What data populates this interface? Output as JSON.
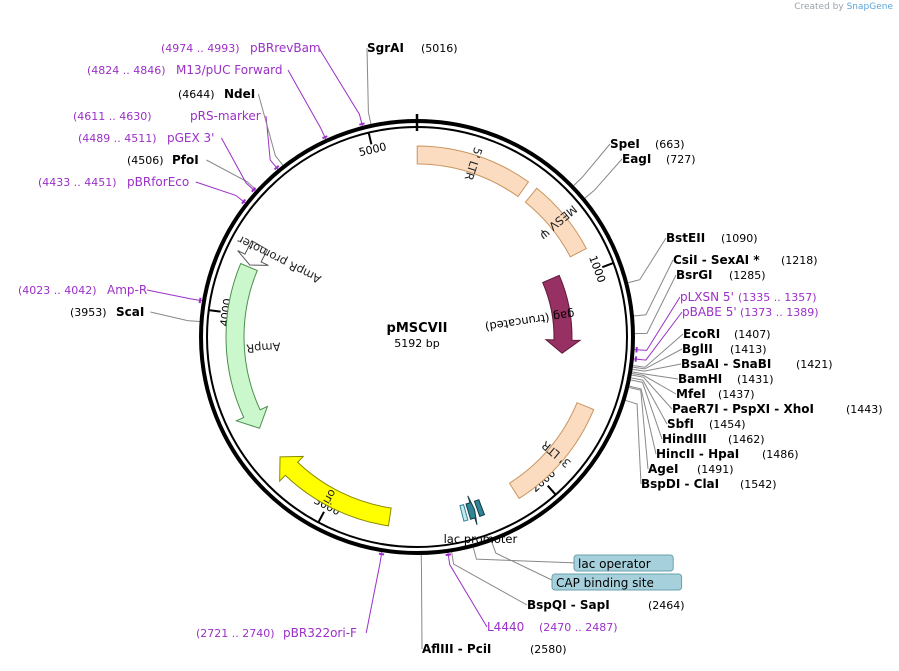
{
  "credit": {
    "prefix": "Created by",
    "brand": "SnapGene"
  },
  "plasmid": {
    "name": "pMSCVII",
    "length_label": "5192 bp",
    "length": 5192
  },
  "colors": {
    "backbone": "#000000",
    "site": "#000000",
    "primer": "#9b30c8",
    "ltr_fill": "#fbdcc0",
    "gag_fill": "#973063",
    "ampr_fill": "#cbf7cc",
    "ori_fill": "#ffff00",
    "lac_fill": "#2f8595",
    "label_box": "#a6d1dc"
  },
  "ticks": [
    {
      "pos": 1000,
      "label": "1000"
    },
    {
      "pos": 2000,
      "label": "2000"
    },
    {
      "pos": 3000,
      "label": "3000"
    },
    {
      "pos": 4000,
      "label": "4000"
    },
    {
      "pos": 5000,
      "label": "5000"
    }
  ],
  "features": [
    {
      "name": "5' LTR",
      "start": 1,
      "end": 515,
      "dir": 0,
      "ring": 182,
      "color": "#fbdcc0",
      "stroke": "#c9945e"
    },
    {
      "name": "MESV Ψ",
      "start": 560,
      "end": 900,
      "dir": 0,
      "ring": 182,
      "color": "#fbdcc0",
      "stroke": "#c9945e"
    },
    {
      "name": "gag (truncated)",
      "start": 960,
      "end": 1390,
      "dir": 1,
      "ring": 146,
      "color": "#973063",
      "stroke": "#5f1b3c"
    },
    {
      "name": "3' LTR",
      "start": 1620,
      "end": 2130,
      "dir": 0,
      "ring": 182,
      "color": "#fbdcc0",
      "stroke": "#c9945e"
    },
    {
      "name": "lac promoter",
      "start": 2330,
      "end": 2360,
      "dir": -1,
      "ring": 182,
      "color": "#2f8595",
      "stroke": "#143e45"
    },
    {
      "name": "lac operator",
      "start": 2372,
      "end": 2390,
      "dir": 0,
      "ring": 182,
      "color": "#c6e8ee",
      "stroke": "#2f8595"
    },
    {
      "name": "CAP binding site",
      "start": 2296,
      "end": 2318,
      "dir": 0,
      "ring": 182,
      "color": "#2f8595",
      "stroke": "#143e45"
    },
    {
      "name": "ori",
      "start": 2720,
      "end": 3300,
      "dir": 1,
      "ring": 182,
      "color": "#ffff00",
      "stroke": "#8a8a00"
    },
    {
      "name": "AmpR",
      "start": 3460,
      "end": 4220,
      "dir": -1,
      "ring": 182,
      "color": "#cbf7cc",
      "stroke": "#4d8f4e"
    },
    {
      "name": "AmpR promoter",
      "start": 4230,
      "end": 4330,
      "dir": -1,
      "ring": 182,
      "color": "#ffffff",
      "stroke": "#555555"
    }
  ],
  "sites": [
    {
      "name": "SgrAI",
      "pos": 5016,
      "coord": "(5016)",
      "type": "site",
      "side": "top"
    },
    {
      "name": "SpeI",
      "pos": 663,
      "coord": "(663)",
      "type": "site"
    },
    {
      "name": "EagI",
      "pos": 727,
      "coord": "(727)",
      "type": "site"
    },
    {
      "name": "BstEII",
      "pos": 1090,
      "coord": "(1090)",
      "type": "site"
    },
    {
      "name": "CsiI  -  SexAI *",
      "pos": 1218,
      "coord": "(1218)",
      "type": "site"
    },
    {
      "name": "BsrGI",
      "pos": 1285,
      "coord": "(1285)",
      "type": "site"
    },
    {
      "name": "pLXSN 5'",
      "pos": 1346,
      "coord": "(1335 .. 1357)",
      "type": "primer"
    },
    {
      "name": "pBABE 5'",
      "pos": 1381,
      "coord": "(1373 .. 1389)",
      "type": "primer"
    },
    {
      "name": "EcoRI",
      "pos": 1407,
      "coord": "(1407)",
      "type": "site"
    },
    {
      "name": "BglII",
      "pos": 1413,
      "coord": "(1413)",
      "type": "site"
    },
    {
      "name": "BsaAI  -  SnaBI",
      "pos": 1421,
      "coord": "(1421)",
      "type": "site"
    },
    {
      "name": "BamHI",
      "pos": 1431,
      "coord": "(1431)",
      "type": "site"
    },
    {
      "name": "MfeI",
      "pos": 1437,
      "coord": "(1437)",
      "type": "site"
    },
    {
      "name": "PaeR7I  -  PspXI  -  XhoI",
      "pos": 1443,
      "coord": "(1443)",
      "type": "site"
    },
    {
      "name": "SbfI",
      "pos": 1454,
      "coord": "(1454)",
      "type": "site"
    },
    {
      "name": "HindIII",
      "pos": 1462,
      "coord": "(1462)",
      "type": "site"
    },
    {
      "name": "HincII  -  HpaI",
      "pos": 1486,
      "coord": "(1486)",
      "type": "site"
    },
    {
      "name": "AgeI",
      "pos": 1491,
      "coord": "(1491)",
      "type": "site"
    },
    {
      "name": "BspDI  -  ClaI",
      "pos": 1542,
      "coord": "(1542)",
      "type": "site"
    },
    {
      "name": "lac operator",
      "pos": 2380,
      "coord": "",
      "type": "boxed"
    },
    {
      "name": "CAP binding site",
      "pos": 2307,
      "coord": "",
      "type": "boxed"
    },
    {
      "name": "BspQI  -  SapI",
      "pos": 2464,
      "coord": "(2464)",
      "type": "site"
    },
    {
      "name": "L4440",
      "pos": 2478,
      "coord": "(2470 .. 2487)",
      "type": "primer"
    },
    {
      "name": "AflIII  -  PciI",
      "pos": 2580,
      "coord": "(2580)",
      "type": "site"
    },
    {
      "name": "pBR322ori-F",
      "pos": 2730,
      "coord": "(2721 .. 2740)",
      "type": "primer"
    },
    {
      "name": "ScaI",
      "pos": 3953,
      "coord": "(3953)",
      "type": "site"
    },
    {
      "name": "Amp-R",
      "pos": 4032,
      "coord": "(4023 .. 4042)",
      "type": "primer"
    },
    {
      "name": "pBRforEco",
      "pos": 4442,
      "coord": "(4433 .. 4451)",
      "type": "primer"
    },
    {
      "name": "PfoI",
      "pos": 4506,
      "coord": "(4506)",
      "type": "site"
    },
    {
      "name": "pGEX 3'",
      "pos": 4500,
      "coord": "(4489 .. 4511)",
      "type": "primer"
    },
    {
      "name": "pRS-marker",
      "pos": 4620,
      "coord": "(4611 .. 4630)",
      "type": "primer"
    },
    {
      "name": "NdeI",
      "pos": 4644,
      "coord": "(4644)",
      "type": "site"
    },
    {
      "name": "M13/pUC Forward",
      "pos": 4835,
      "coord": "(4824 .. 4846)",
      "type": "primer"
    },
    {
      "name": "pBRrevBam",
      "pos": 4983,
      "coord": "(4974 .. 4993)",
      "type": "primer"
    }
  ]
}
